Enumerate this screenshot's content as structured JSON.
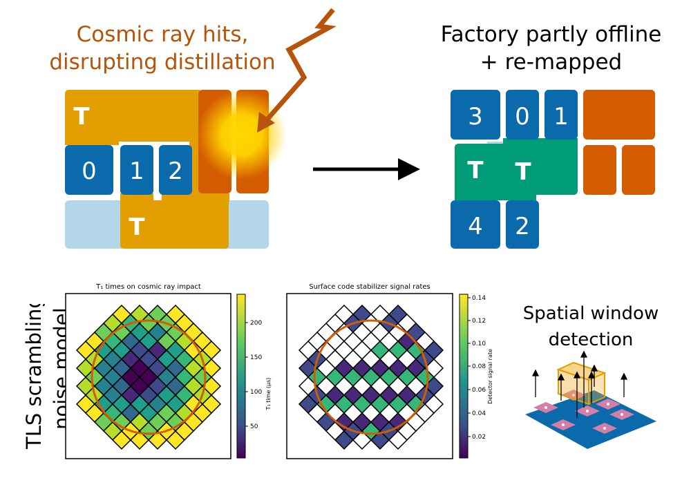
{
  "top_left": {
    "title_line1": "Cosmic ray hits,",
    "title_line2": "disrupting distillation",
    "tiles": {
      "t_label_top": "T",
      "q0": "0",
      "q1": "1",
      "q2": "2",
      "t_label_bottom": "T"
    }
  },
  "top_right": {
    "title_line1": "Factory partly offline",
    "title_line2": "+ re-mapped",
    "tiles": {
      "q3": "3",
      "q0": "0",
      "q1": "1",
      "t1": "T",
      "t2": "T",
      "q4": "4",
      "q2": "2"
    }
  },
  "tls": {
    "line1": "TLS scrambling",
    "line2": "noise model"
  },
  "plot1": {
    "title": "T₁ times on cosmic ray impact",
    "colorbar_label": "T₁ time (μs)",
    "colorbar_ticks": [
      "200",
      "150",
      "100",
      "50"
    ]
  },
  "plot2": {
    "title": "Surface code stabilizer signal rates",
    "colorbar_label": "Detector signal rate",
    "colorbar_ticks": [
      "0.14",
      "0.12",
      "0.10",
      "0.08",
      "0.06",
      "0.04",
      "0.02"
    ]
  },
  "spatial": {
    "line1": "Spatial window",
    "line2": "detection"
  },
  "colors": {
    "blue": "#0a6aab",
    "orange": "#e39e00",
    "light_blue": "#b3d6e8",
    "dark_orange": "#d35c00",
    "green": "#009b77",
    "title_brown": "#b5540a",
    "pink": "#d47fa6"
  }
}
